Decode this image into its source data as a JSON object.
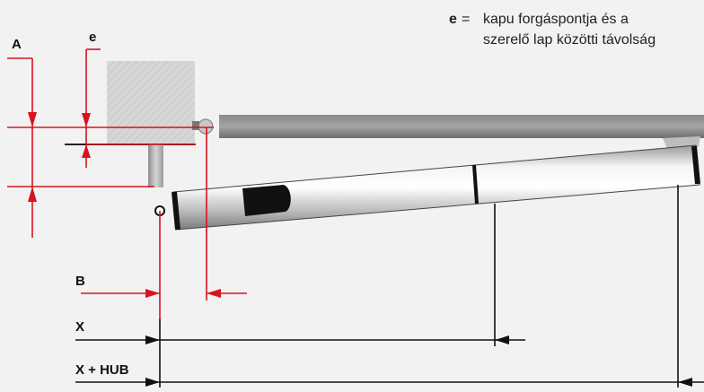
{
  "legend": {
    "key": "e",
    "equals": "=",
    "line1": "kapu forgáspontja és a",
    "line2": "szerelő lap közötti távolság"
  },
  "labels": {
    "A": "A",
    "e": "e",
    "B": "B",
    "X": "X",
    "X_HUB": "X + HUB"
  },
  "colors": {
    "dimension": "#d7141e",
    "line": "#111111",
    "background": "#f2f2f2"
  }
}
